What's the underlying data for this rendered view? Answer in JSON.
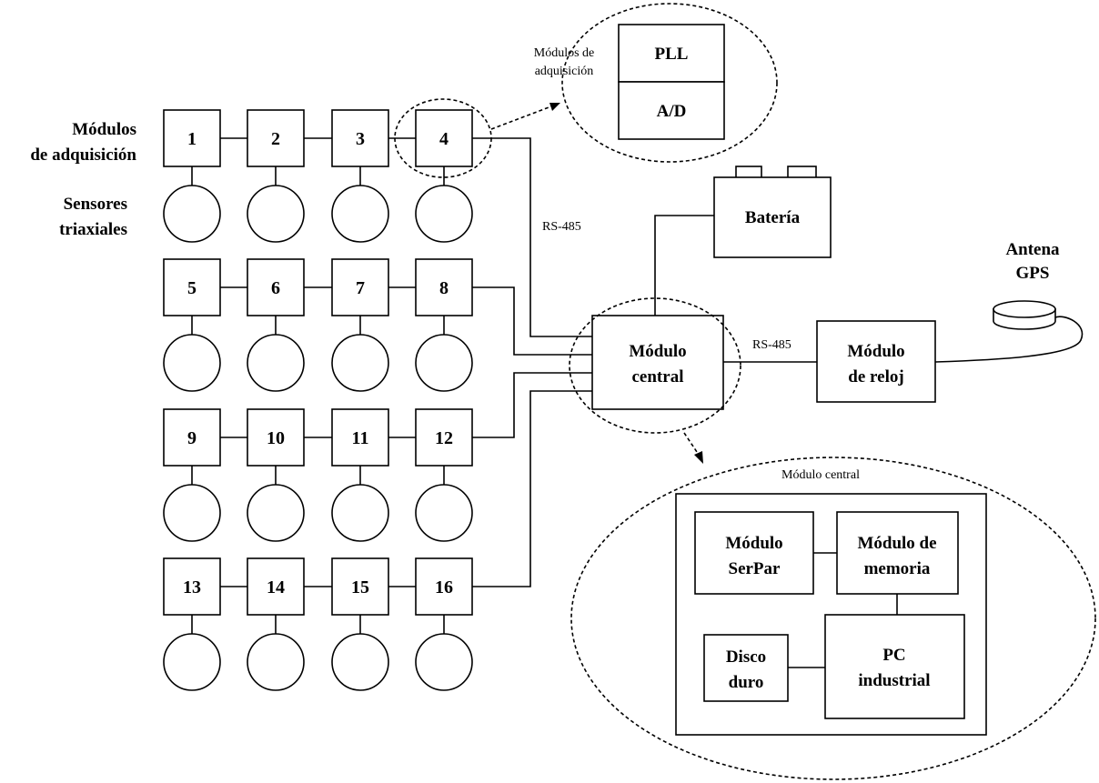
{
  "side_labels": {
    "modules_line1": "Módulos",
    "modules_line2": "de adquisición",
    "sensors_line1": "Sensores",
    "sensors_line2": "triaxiales"
  },
  "module_numbers": [
    "1",
    "2",
    "3",
    "4",
    "5",
    "6",
    "7",
    "8",
    "9",
    "10",
    "11",
    "12",
    "13",
    "14",
    "15",
    "16"
  ],
  "bus_label": "RS-485",
  "acq_detail": {
    "caption_line1": "Módulos de",
    "caption_line2": "adquisición",
    "top_block": "PLL",
    "bottom_block": "A/D"
  },
  "battery": "Batería",
  "antenna": {
    "line1": "Antena",
    "line2": "GPS"
  },
  "central_module": {
    "line1": "Módulo",
    "line2": "central"
  },
  "clock_link_label": "RS-485",
  "clock_module": {
    "line1": "Módulo",
    "line2": "de reloj"
  },
  "central_detail": {
    "caption": "Módulo central",
    "serpar": {
      "line1": "Módulo",
      "line2": "SerPar"
    },
    "memory": {
      "line1": "Módulo de",
      "line2": "memoria"
    },
    "disk": {
      "line1": "Disco",
      "line2": "duro"
    },
    "pc": {
      "line1": "PC",
      "line2": "industrial"
    }
  }
}
